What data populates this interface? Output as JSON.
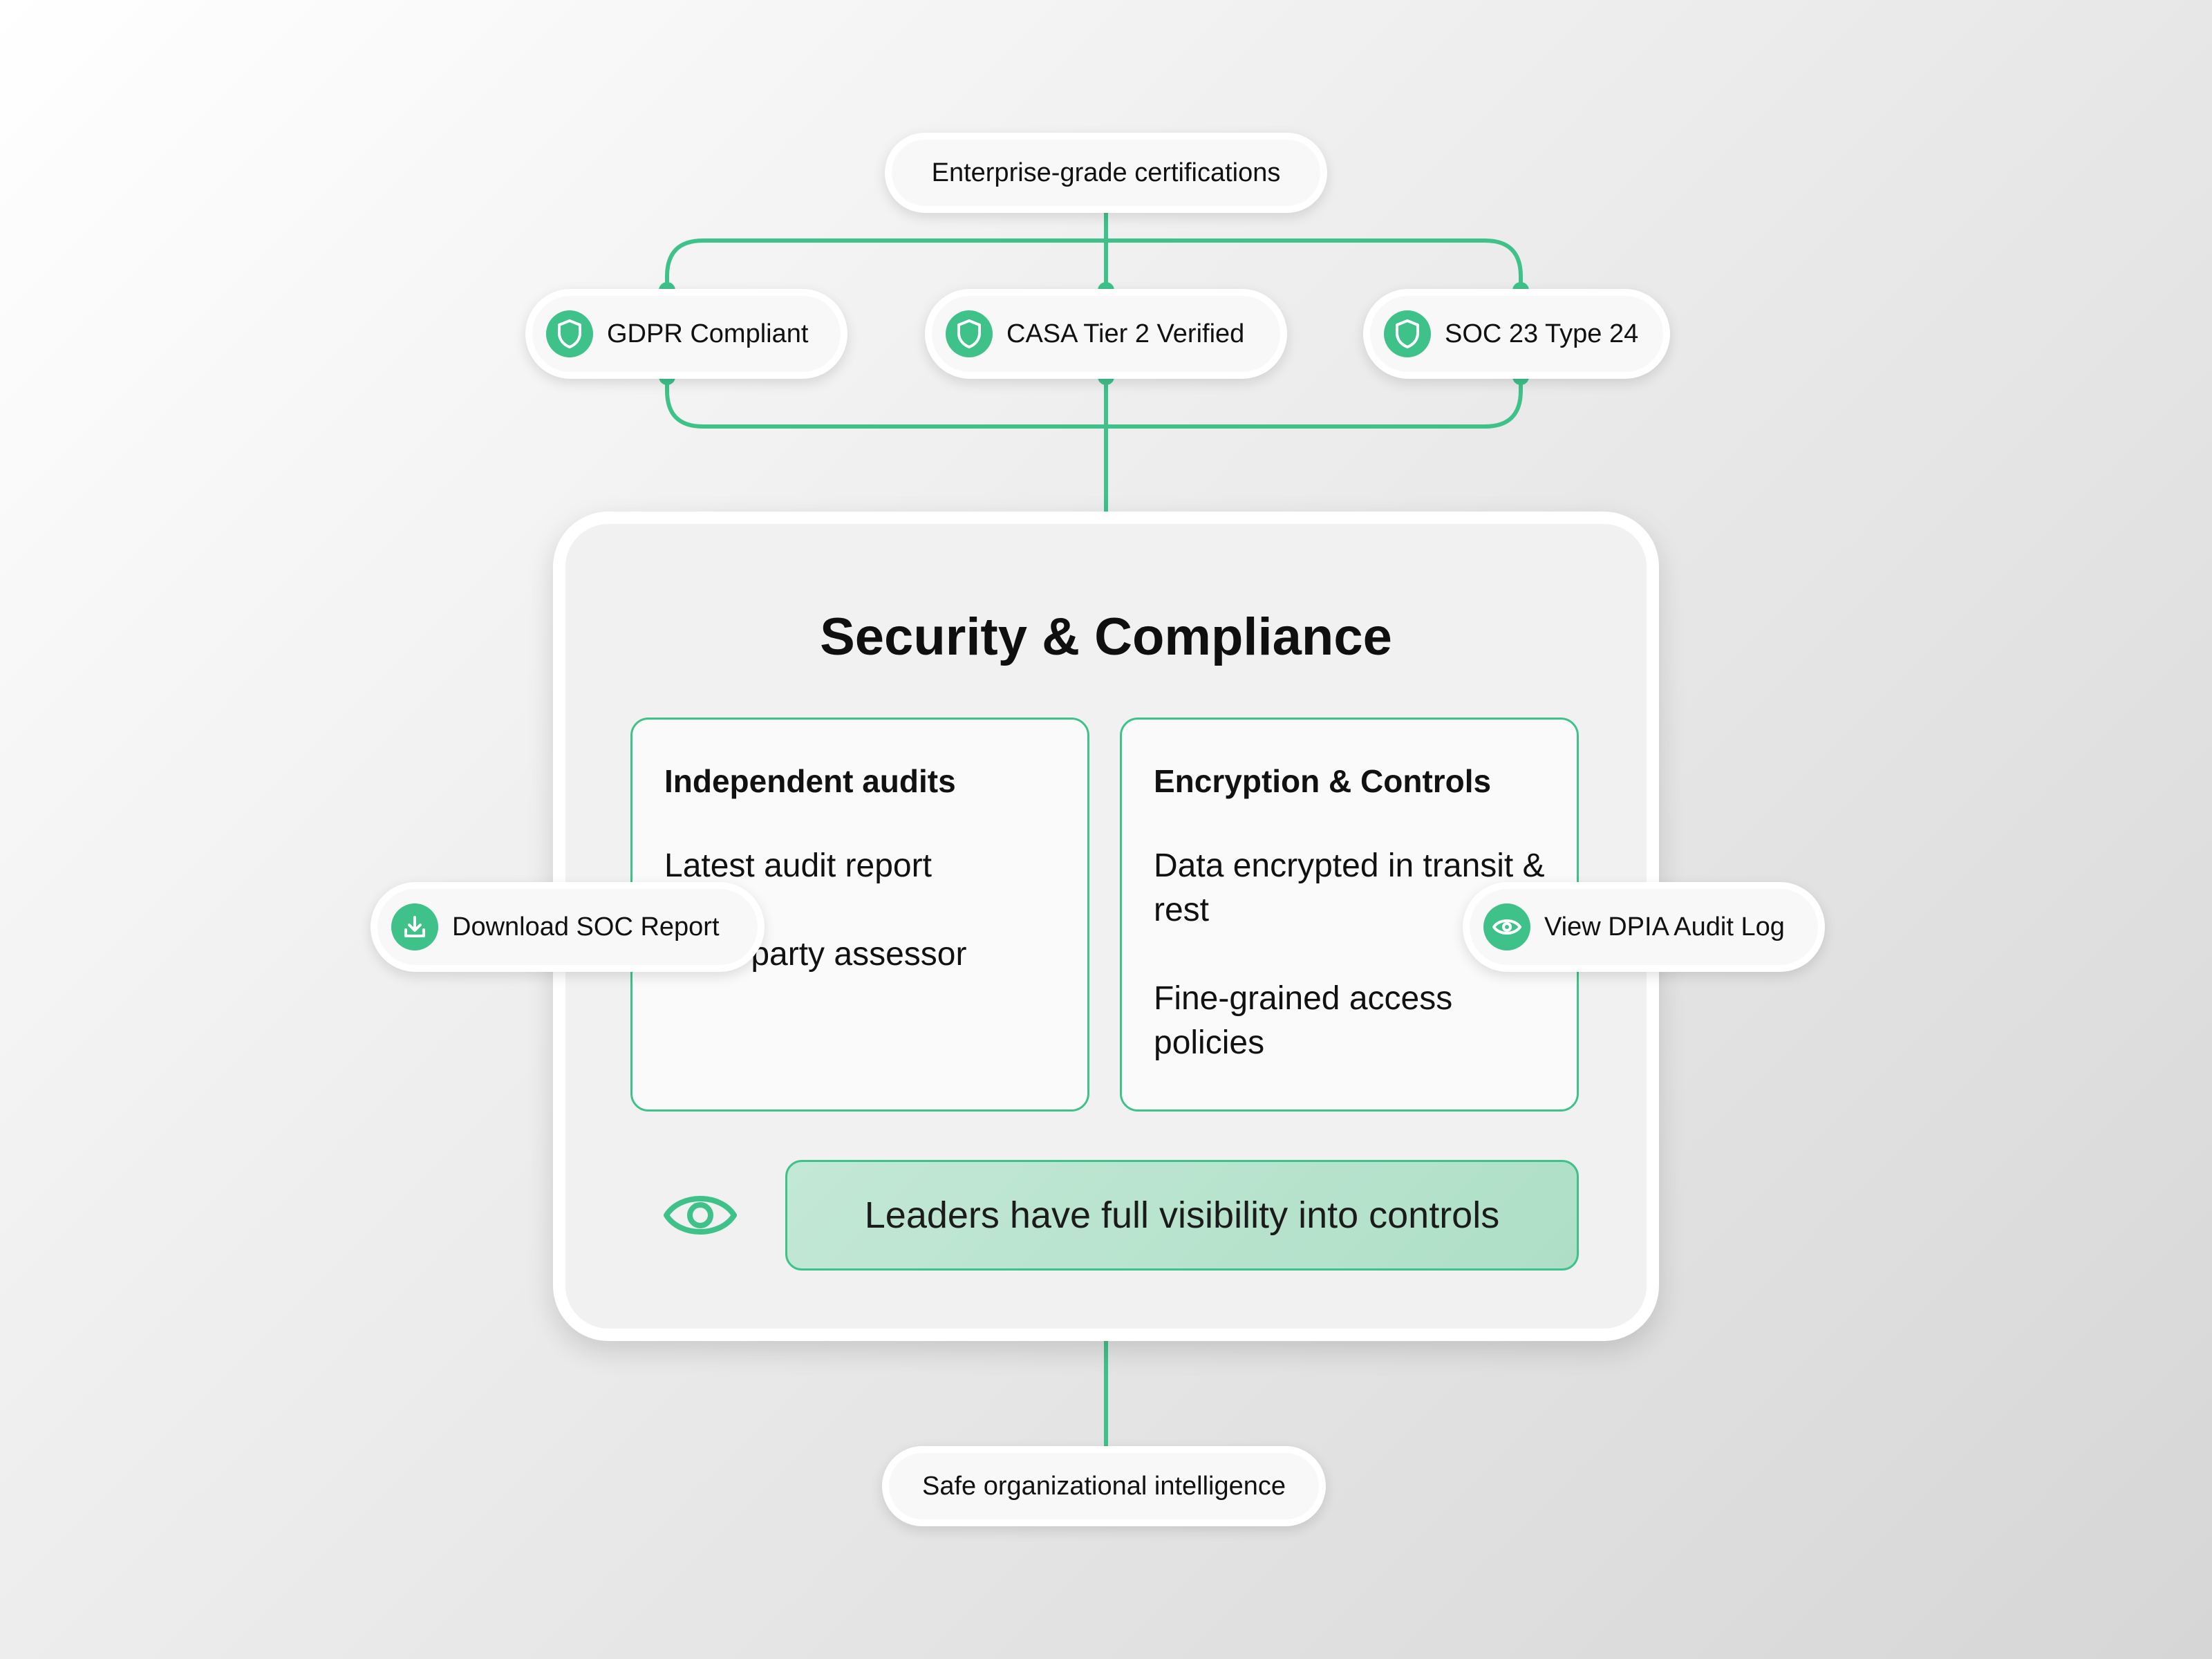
{
  "top_node": {
    "label": "Enterprise-grade certifications"
  },
  "certifications": [
    {
      "label": "GDPR Compliant",
      "icon": "shield-icon"
    },
    {
      "label": "CASA Tier 2 Verified",
      "icon": "shield-icon"
    },
    {
      "label": "SOC 23 Type 24",
      "icon": "shield-icon"
    }
  ],
  "card": {
    "title": "Security & Compliance",
    "panels": [
      {
        "heading": "Independent audits",
        "items": [
          "Latest audit report",
          "Third-party assessor"
        ]
      },
      {
        "heading": "Encryption & Controls",
        "items": [
          "Data encrypted in transit & rest",
          "Fine-grained access policies"
        ]
      }
    ],
    "banner": {
      "text": "Leaders have full visibility into controls",
      "icon": "eye-icon"
    }
  },
  "actions": {
    "download": {
      "label": "Download SOC Report",
      "icon": "download-icon"
    },
    "view": {
      "label": "View DPIA Audit Log",
      "icon": "eye-icon"
    }
  },
  "bottom_node": {
    "label": "Safe organizational intelligence"
  },
  "colors": {
    "accent": "#3ec28a",
    "banner_fill": "#b5e3cc",
    "background": "#ececec"
  }
}
